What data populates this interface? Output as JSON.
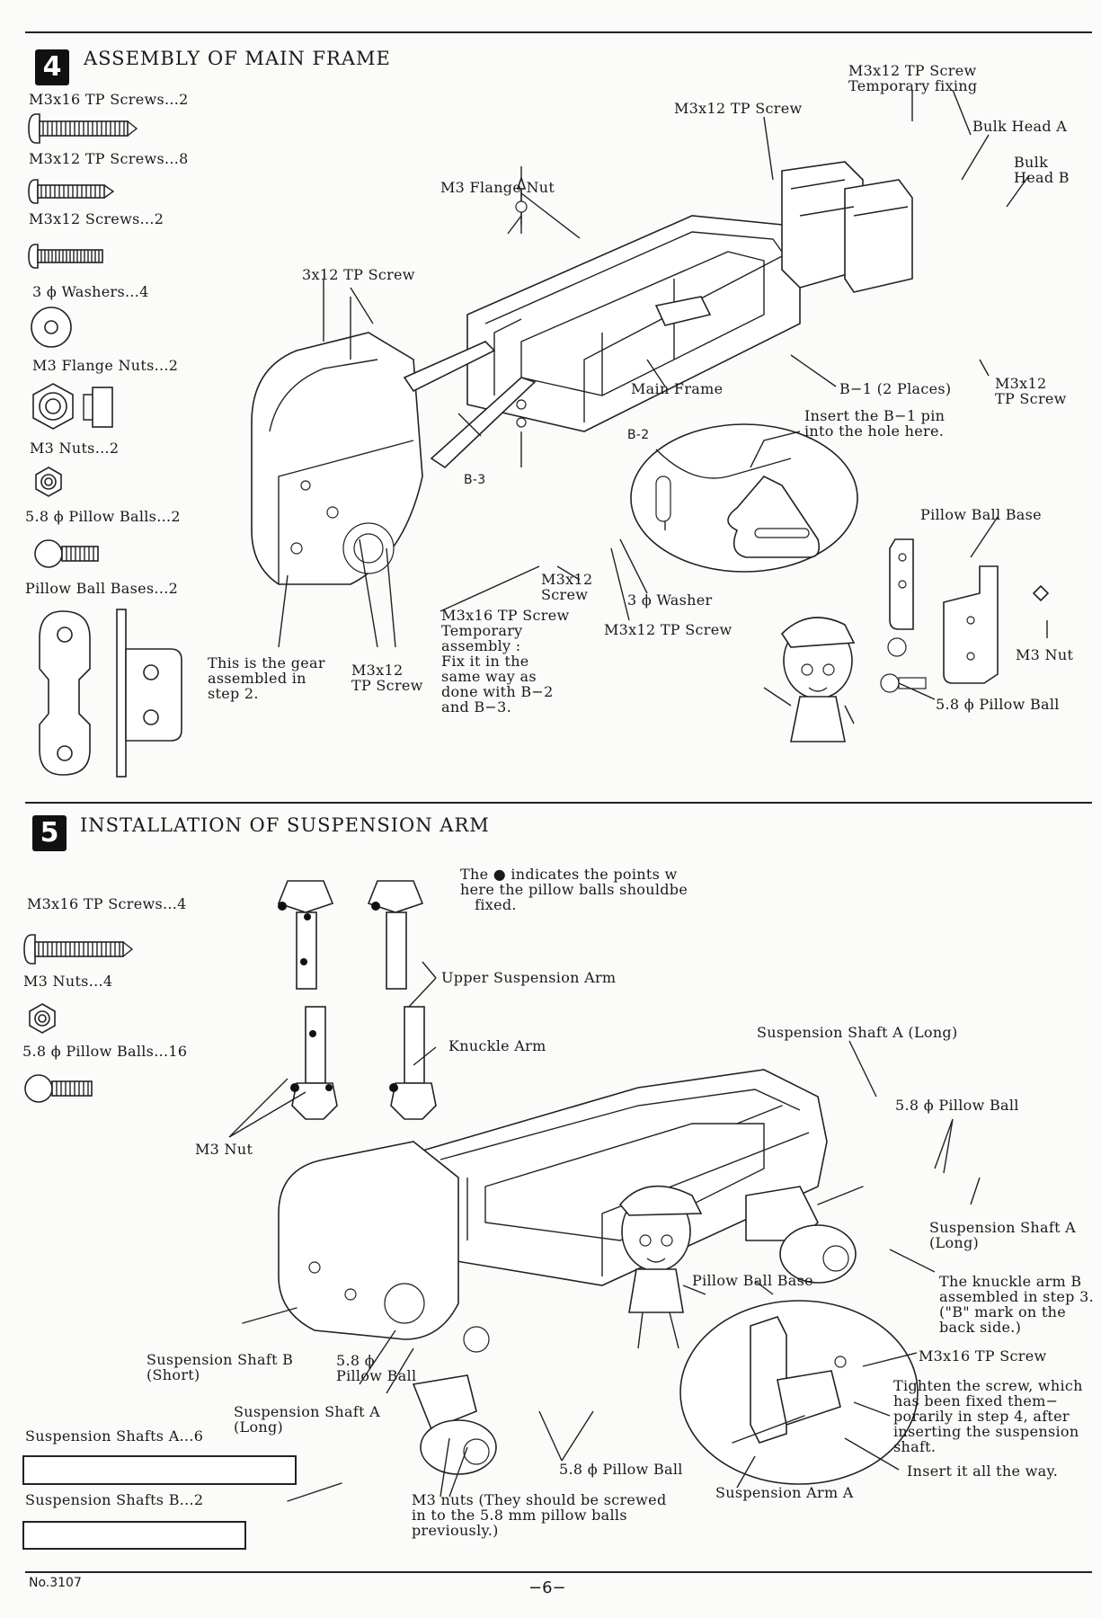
{
  "step4": {
    "number": "4",
    "title": "ASSEMBLY OF MAIN FRAME",
    "parts": [
      "M3x16 TP Screws...2",
      "M3x12 TP Screws...8",
      "M3x12 Screws...2",
      "3 ϕ Washers...4",
      "M3 Flange Nuts...2",
      "M3 Nuts...2",
      "5.8 ϕ Pillow Balls...2",
      "Pillow Ball Bases...2"
    ],
    "labels": {
      "m3x12_tp_temp": "M3x12 TP Screw\nTemporary fixing",
      "m3x12_tp": "M3x12 TP Screw",
      "bulk_head_a": "Bulk Head A",
      "bulk_head_b": "Bulk\nHead B",
      "m3_flange_nut": "M3 Flange Nut",
      "tp_3x12": "3x12 TP Screw",
      "main_frame": "Main Frame",
      "b1_places": "B−1 (2 Places)",
      "m3x12_tp_right": "M3x12\nTP Screw",
      "insert_b1": "Insert the B−1 pin\ninto the hole here.",
      "b2": "B-2",
      "b3": "B-3",
      "m3x12_screw": "M3x12\nScrew",
      "washer": "3 ϕ Washer",
      "m3x12_tp_mid": "M3x12 TP Screw",
      "m3x16_temp": "M3x16 TP Screw\nTemporary\nassembly :\nFix it in the\nsame way as\ndone with B−2\nand B−3.",
      "m3x12_tp_low": "M3x12\nTP Screw",
      "gear_note": "This is the gear\nassembled in\nstep 2.",
      "pillow_ball_base": "Pillow Ball Base",
      "m3_nut": "M3 Nut",
      "pillow_ball": "5.8 ϕ Pillow Ball"
    }
  },
  "step5": {
    "number": "5",
    "title": "INSTALLATION OF SUSPENSION ARM",
    "parts": [
      "M3x16 TP Screws...4",
      "M3 Nuts...4",
      "5.8 ϕ Pillow Balls...16",
      "Suspension Shafts A...6",
      "Suspension Shafts B...2"
    ],
    "labels": {
      "dot_note": "The ● indicates the points w\nhere the pillow balls shouldbe\n   fixed.",
      "upper_arm": "Upper Suspension Arm",
      "knuckle_arm": "Knuckle Arm",
      "m3_nut": "M3 Nut",
      "shaft_a_long_top": "Suspension Shaft A  (Long)",
      "pillow_ball_top": "5.8 ϕ Pillow Ball",
      "shaft_a_long_right": "Suspension Shaft A\n(Long)",
      "knuckle_note": "The knuckle arm B\nassembled in step 3.\n(\"B\" mark on the\nback side.)",
      "pillow_ball_base": "Pillow Ball Base",
      "m3x16_tp": "M3x16 TP Screw",
      "tighten_note": "Tighten the screw, which\nhas been fixed them−\nporarily in step 4, after\ninserting the suspension\nshaft.",
      "insert_way": "Insert it all the way.",
      "shaft_b_short": "Suspension Shaft B\n(Short)",
      "pillow_ball_left": "5.8 ϕ\nPillow Ball",
      "shaft_a_long_left": "Suspension Shaft A\n(Long)",
      "pillow_ball_bottom": "5.8 ϕ Pillow Ball",
      "m3_nuts_note": "M3 nuts (They should be screwed\nin to the 5.8 mm pillow balls\npreviously.)",
      "susp_arm_a": "Suspension Arm A"
    }
  },
  "footer": {
    "code": "No.3107",
    "page": "−6−"
  }
}
